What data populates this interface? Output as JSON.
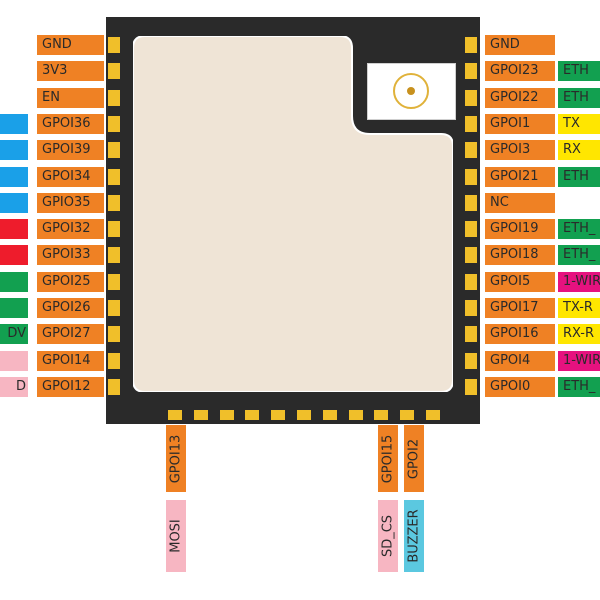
{
  "left_pins": [
    {
      "name": "GND",
      "func": "",
      "func_color": ""
    },
    {
      "name": "3V3",
      "func": "",
      "func_color": ""
    },
    {
      "name": "EN",
      "func": "",
      "func_color": ""
    },
    {
      "name": "GPOI36",
      "func": "",
      "func_color": "#1aa0e8"
    },
    {
      "name": "GPOI39",
      "func": "",
      "func_color": "#1aa0e8"
    },
    {
      "name": "GPOI34",
      "func": "",
      "func_color": "#1aa0e8"
    },
    {
      "name": "GPIO35",
      "func": "",
      "func_color": "#1aa0e8"
    },
    {
      "name": "GPOI32",
      "func": "",
      "func_color": "#ee1c2c"
    },
    {
      "name": "GPOI33",
      "func": "",
      "func_color": "#ee1c2c"
    },
    {
      "name": "GPOI25",
      "func": "",
      "func_color": "#12a050"
    },
    {
      "name": "GPOI26",
      "func": "",
      "func_color": "#12a050"
    },
    {
      "name": "GPOI27",
      "func": "DV",
      "func_color": "#12a050"
    },
    {
      "name": "GPOI14",
      "func": "",
      "func_color": "#f7b6c2"
    },
    {
      "name": "GPOI12",
      "func": "D",
      "func_color": "#f7b6c2"
    }
  ],
  "right_pins": [
    {
      "name": "GND",
      "func": "",
      "func_color": ""
    },
    {
      "name": "GPOI23",
      "func": "ETH",
      "func_color": "#12a050"
    },
    {
      "name": "GPOI22",
      "func": "ETH",
      "func_color": "#12a050"
    },
    {
      "name": "GPOI1",
      "func": "TX",
      "func_color": "#ffe600"
    },
    {
      "name": "GPOI3",
      "func": "RX",
      "func_color": "#ffe600"
    },
    {
      "name": "GPOI21",
      "func": "ETH",
      "func_color": "#12a050"
    },
    {
      "name": "NC",
      "func": "",
      "func_color": ""
    },
    {
      "name": "GPOI19",
      "func": "ETH_",
      "func_color": "#12a050"
    },
    {
      "name": "GPOI18",
      "func": "ETH_",
      "func_color": "#12a050"
    },
    {
      "name": "GPOI5",
      "func": "1-WIR",
      "func_color": "#e6127f"
    },
    {
      "name": "GPOI17",
      "func": "TX-R",
      "func_color": "#ffe600"
    },
    {
      "name": "GPOI16",
      "func": "RX-R",
      "func_color": "#ffe600"
    },
    {
      "name": "GPOI4",
      "func": "1-WIR",
      "func_color": "#e6127f"
    },
    {
      "name": "GPOI0",
      "func": "ETH_",
      "func_color": "#12a050"
    }
  ],
  "bottom_pins": [
    {
      "name": "GPOI13",
      "func": "MOSI",
      "func_color": "#f7b6c2"
    },
    {
      "name": "GPOI15",
      "func": "SD_CS",
      "func_color": "#f7b6c2"
    },
    {
      "name": "GPOI2",
      "func": "BUZZER",
      "func_color": "#5bc8e0"
    }
  ],
  "colors": {
    "board": "#2a2a2a",
    "can": "#efe4d6",
    "pad": "#f0bf2a",
    "pin_label": "#ef8124"
  }
}
